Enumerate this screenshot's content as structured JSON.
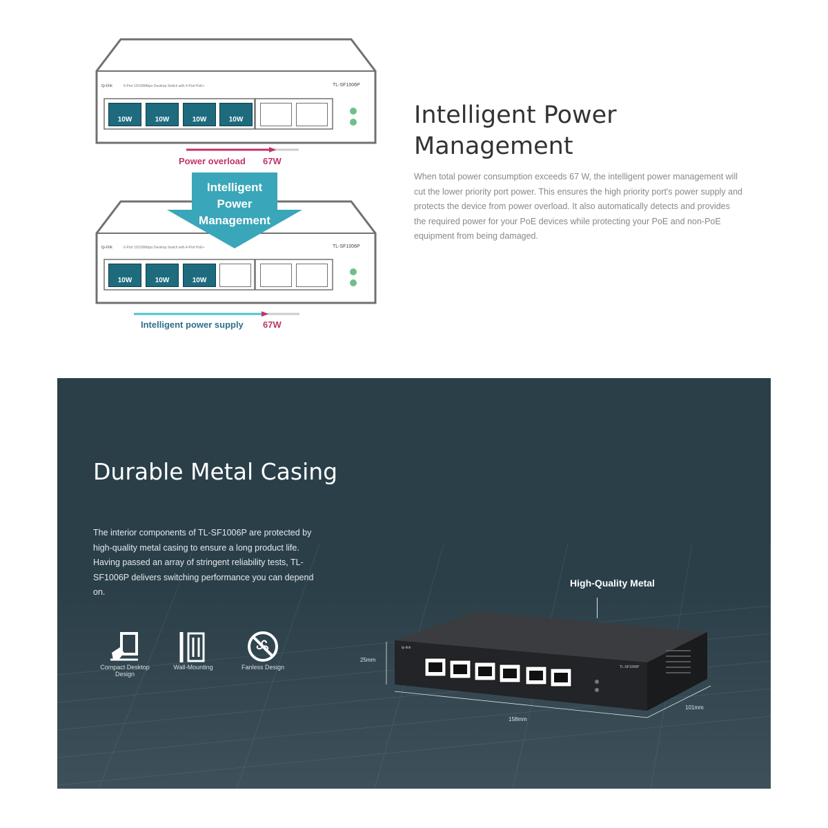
{
  "power_section": {
    "title": "Intelligent Power Management",
    "description": "When total power consumption exceeds 67 W, the intelligent power management will cut the lower priority port power. This ensures the high priority port's power supply and protects the device from power overload. It also automatically detects and provides the required power for your PoE devices while protecting your PoE and non-PoE equipment from being damaged.",
    "top_switch": {
      "brand": "tp-link",
      "model": "TL-SF1006P",
      "tagline": "6-Port 10/100Mbps Desktop Switch with 4-Port PoE+",
      "port_power": [
        "10W",
        "10W",
        "10W",
        "10W"
      ],
      "status_label": "Power overload",
      "budget": "67W"
    },
    "arrow_label": "Intelligent Power Management",
    "bottom_switch": {
      "brand": "tp-link",
      "model": "TL-SF1006P",
      "tagline": "6-Port 10/100Mbps Desktop Switch with 4-Port PoE+",
      "port_power": [
        "10W",
        "10W",
        "10W"
      ],
      "status_label": "Intelligent power supply",
      "budget": "67W"
    },
    "colors": {
      "overload": "#c0336b",
      "supply": "#4fbfd1",
      "arrow": "#3aa6b9",
      "port": "#1e6b7e"
    }
  },
  "metal_section": {
    "title": "Durable Metal Casing",
    "description": "The interior components of TL-SF1006P are protected by high-quality metal casing to ensure a long product life. Having passed an array of stringent reliability tests, TL-SF1006P delivers switching performance you can depend on.",
    "features": [
      {
        "icon": "desktop-icon",
        "label": "Compact Desktop Design"
      },
      {
        "icon": "wall-mount-icon",
        "label": "Wall-Mounting"
      },
      {
        "icon": "fanless-icon",
        "label": "Fanless Design"
      }
    ],
    "callout": "High-Quality Metal",
    "dimensions": {
      "height": "25mm",
      "width": "158mm",
      "depth": "101mm"
    },
    "product": {
      "brand": "tp-link",
      "model": "TL-SF1006P"
    },
    "colors": {
      "background": "#2b3f49"
    }
  }
}
